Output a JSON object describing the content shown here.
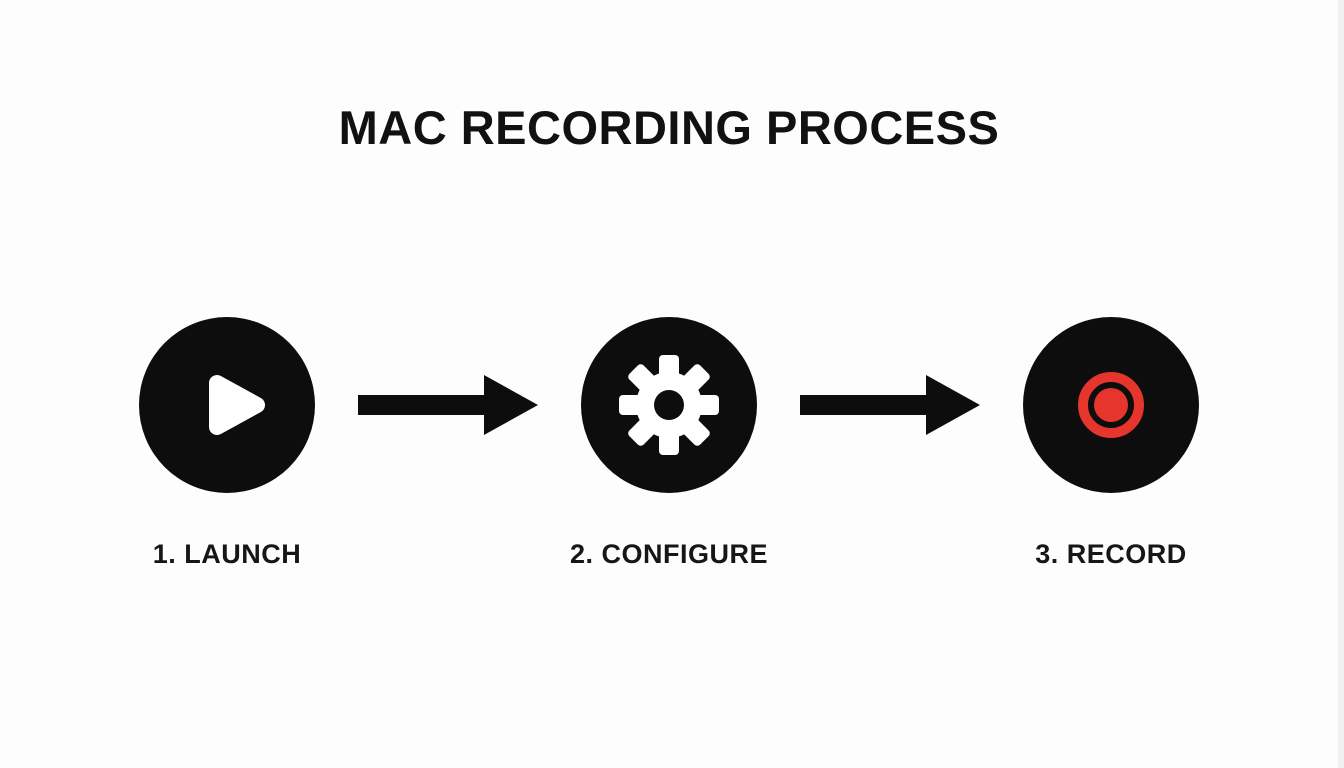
{
  "title": "MAC RECORDING PROCESS",
  "colors": {
    "background": "#fdfdfd",
    "foreground": "#0d0d0d",
    "record_red": "#e6352c"
  },
  "steps": [
    {
      "label": "1. LAUNCH",
      "icon": "play-icon"
    },
    {
      "label": "2. CONFIGURE",
      "icon": "gear-icon"
    },
    {
      "label": "3. RECORD",
      "icon": "record-icon"
    }
  ],
  "arrow": {
    "icon": "arrow-right-icon"
  }
}
